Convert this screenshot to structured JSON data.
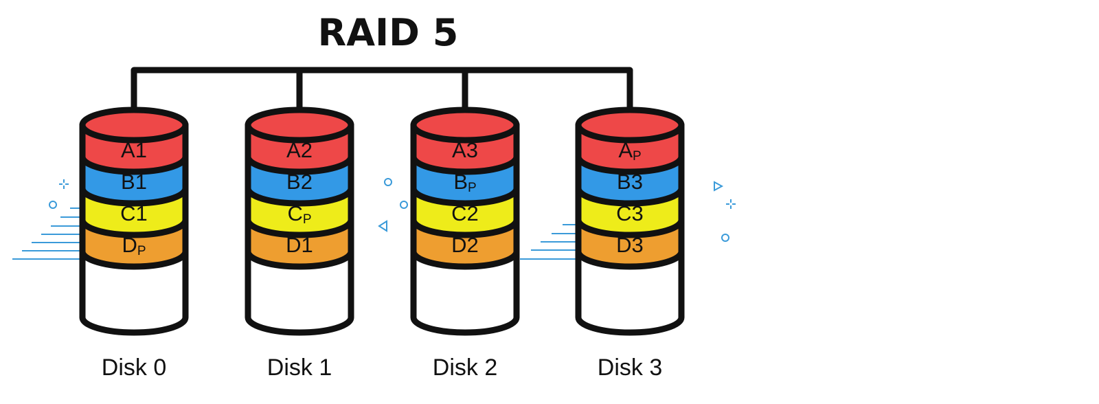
{
  "title": "RAID 5",
  "colors": {
    "stripe_a": "#ee4848",
    "stripe_b": "#3399e6",
    "stripe_c": "#eeec1a",
    "stripe_d": "#ee9e30",
    "outline": "#111111",
    "decoration": "#3a9ad9"
  },
  "disks": [
    {
      "label": "Disk 0",
      "blocks": [
        {
          "base": "A1",
          "sub": ""
        },
        {
          "base": "B1",
          "sub": ""
        },
        {
          "base": "C1",
          "sub": ""
        },
        {
          "base": "D",
          "sub": "P"
        }
      ]
    },
    {
      "label": "Disk 1",
      "blocks": [
        {
          "base": "A2",
          "sub": ""
        },
        {
          "base": "B2",
          "sub": ""
        },
        {
          "base": "C",
          "sub": "P"
        },
        {
          "base": "D1",
          "sub": ""
        }
      ]
    },
    {
      "label": "Disk 2",
      "blocks": [
        {
          "base": "A3",
          "sub": ""
        },
        {
          "base": "B",
          "sub": "P"
        },
        {
          "base": "C2",
          "sub": ""
        },
        {
          "base": "D2",
          "sub": ""
        }
      ]
    },
    {
      "label": "Disk 3",
      "blocks": [
        {
          "base": "A",
          "sub": "P"
        },
        {
          "base": "B3",
          "sub": ""
        },
        {
          "base": "C3",
          "sub": ""
        },
        {
          "base": "D3",
          "sub": ""
        }
      ]
    }
  ]
}
